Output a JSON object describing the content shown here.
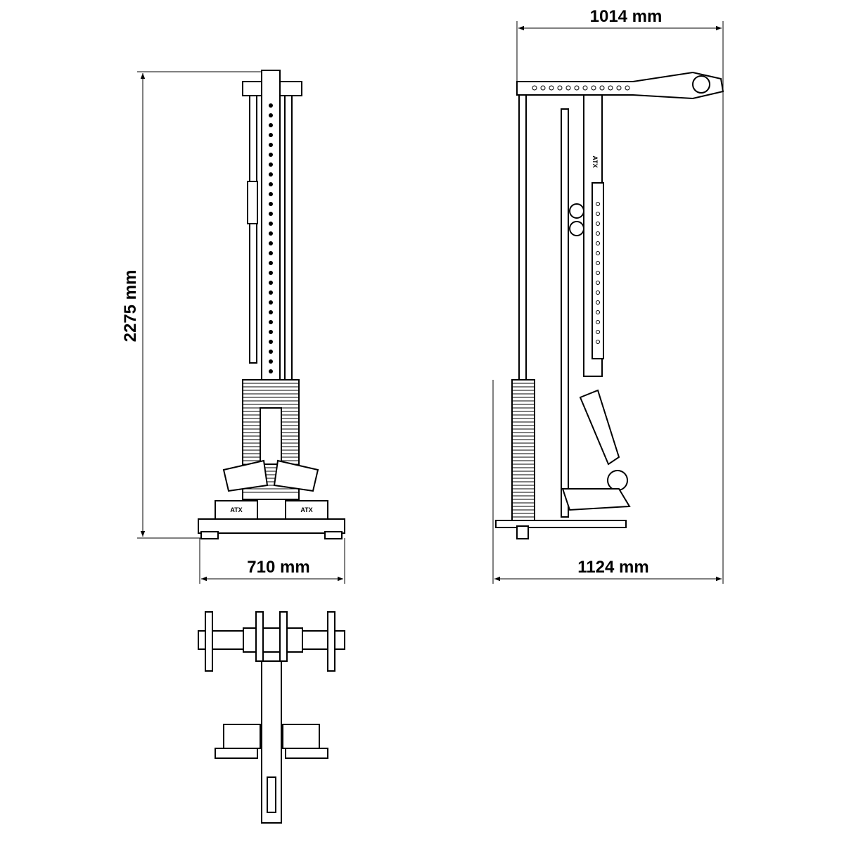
{
  "dimensions": {
    "height": "2275 mm",
    "front_width": "710 mm",
    "top_width": "1014 mm",
    "side_depth": "1124 mm"
  },
  "logo": "ATX",
  "colors": {
    "line": "#000000",
    "background": "#ffffff"
  }
}
